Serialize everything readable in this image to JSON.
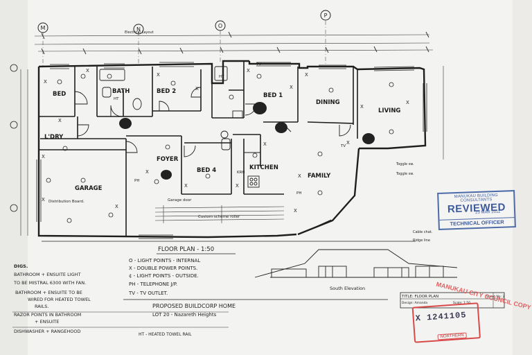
{
  "grid_markers": [
    "M",
    "N",
    "O",
    "P"
  ],
  "rooms": {
    "bed_left": "BED",
    "bath": "BATH",
    "bed2": "BED 2",
    "bed1": "BED 1",
    "dining": "DINING",
    "living": "LIVING",
    "laundry": "L'DRY",
    "foyer": "FOYER",
    "bed4": "BED 4",
    "kitchen": "KITCHEN",
    "family": "FAMILY",
    "garage": "GARAGE"
  },
  "title_line": "FLOOR PLAN - 1:50",
  "legend": [
    "O - LIGHT POINTS - INTERNAL",
    "X - DOUBLE POWER POINTS.",
    "¢ - LIGHT POINTS - OUTSIDE.",
    "PH - TELEPHONE J/P.",
    "TV - TV OUTLET."
  ],
  "notes_left": [
    "DIGS.",
    "BATHROOM + ENSUITE LIGHT",
    "TO BE MISTRAL 6300 WITH FAN.",
    "BATHROOM + ENSUITE TO BE",
    "WIRED FOR HEATED TOWEL",
    "RAILS.",
    "RAZOR POINTS IN BATHROOM",
    "+ ENSUITE",
    "DISHWASHER + RANGEHOOD"
  ],
  "project": {
    "name": "PROPOSED BUILDCORP HOME",
    "lot": "LOT 20 - Nazareth Heights",
    "ht": "HT - HEATED TOWEL RAIL"
  },
  "elevation_label": "South Elevation",
  "title_block": {
    "title": "TITLE: FLOOR PLAN",
    "design": "Design: Amanda",
    "scale": "Scale: 1:50",
    "sheet": "Sheet No: 2"
  },
  "review_stamp": {
    "org": "MANUKAU BUILDING CONSULTANTS",
    "status": "REVIEWED",
    "date": "23 MAR 2011",
    "officer": "TECHNICAL OFFICER"
  },
  "council_stamp": {
    "number": "X 1241105",
    "arc": "MANUKAU CITY COUNCIL COPY",
    "region": "NORTHERN"
  },
  "colors": {
    "ink": "#1e1e1e",
    "paper": "#f3f3f1",
    "stamp_blue": "#4d6aa8",
    "stamp_red": "#d84a4a"
  }
}
